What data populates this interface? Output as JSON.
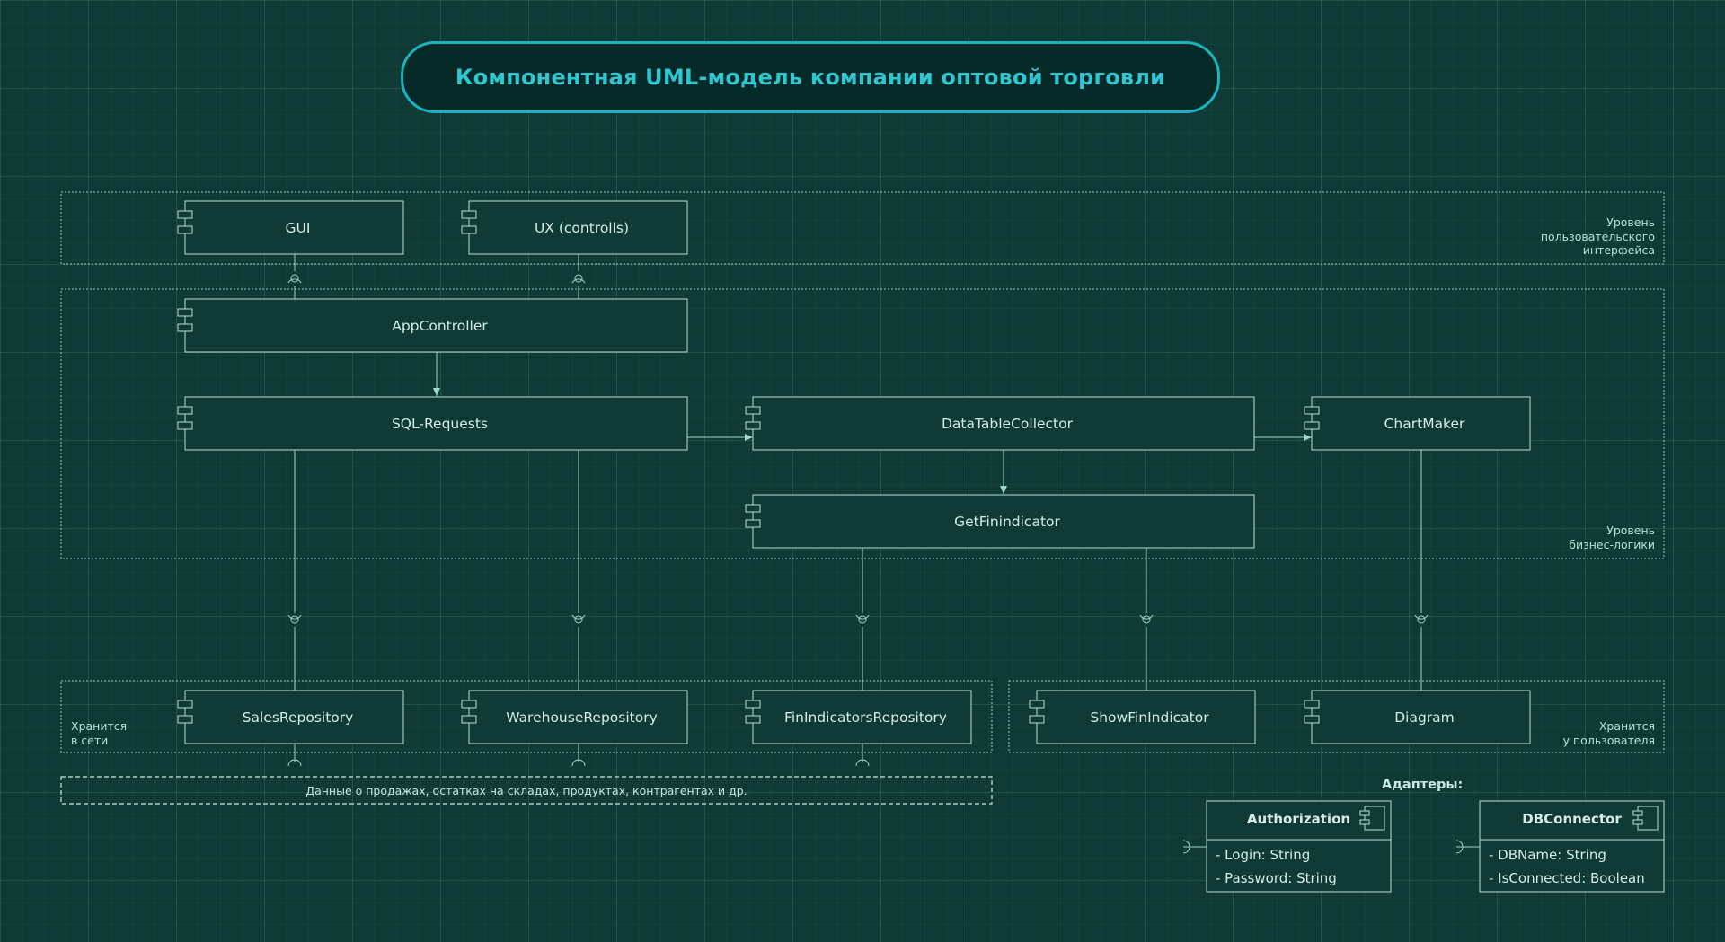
{
  "title": "Компонентная UML-модель компании оптовой торговли",
  "layers": {
    "ui": "Уровень\nпользовательского\nинтерфейса",
    "business": "Уровень\nбизнес-логики",
    "network": "Хранится\nв сети",
    "user": "Хранится\nу пользователя"
  },
  "components": {
    "gui": "GUI",
    "ux": "UX (controlls)",
    "app_controller": "AppController",
    "sql_requests": "SQL-Requests",
    "data_table_collector": "DataTableCollector",
    "chart_maker": "ChartMaker",
    "get_fin_indicator": "GetFinindicator",
    "sales_repository": "SalesRepository",
    "warehouse_repository": "WarehouseRepository",
    "fin_indicators_repository": "FinIndicatorsRepository",
    "show_fin_indicator": "ShowFinIndicator",
    "diagram": "Diagram"
  },
  "data_note": "Данные о продажах, остатках на складах, продуктах, контрагентах и др.",
  "adapters": {
    "title": "Адаптеры:",
    "authorization": {
      "name": "Authorization",
      "attrs": [
        "- Login: String",
        "- Password: String"
      ]
    },
    "db_connector": {
      "name": "DBConnector",
      "attrs": [
        "- DBName: String",
        "- IsConnected: Boolean"
      ]
    }
  }
}
